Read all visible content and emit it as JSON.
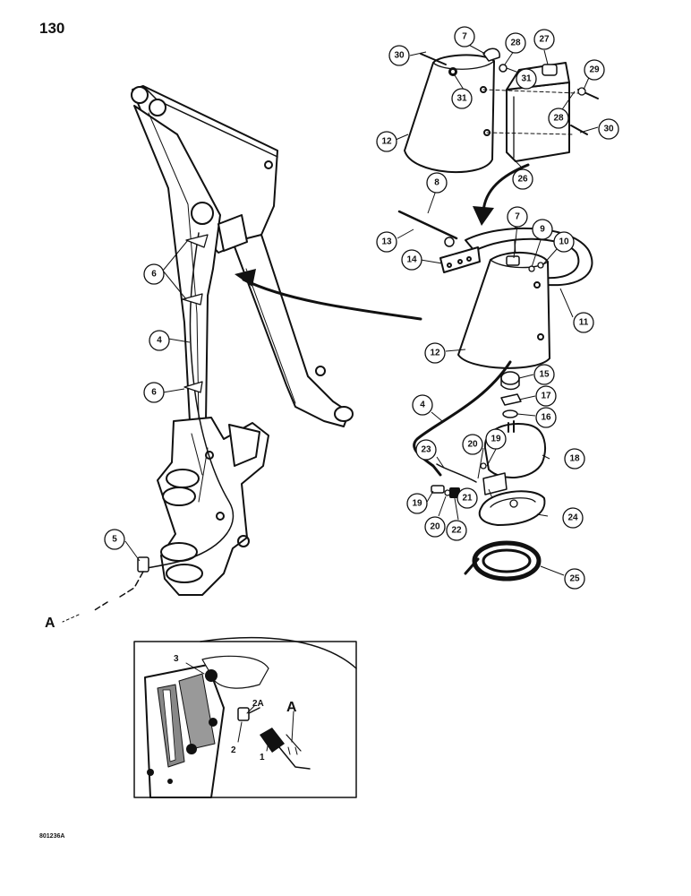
{
  "page": {
    "number": "130",
    "figure_code": "801236A"
  },
  "callouts": {
    "c30a": "30",
    "c7a": "7",
    "c28a": "28",
    "c27": "27",
    "c29": "29",
    "c31a": "31",
    "c31b": "31",
    "c28b": "28",
    "c30b": "30",
    "c12a": "12",
    "c26": "26",
    "c8": "8",
    "c7b": "7",
    "c9": "9",
    "c10": "10",
    "c13": "13",
    "c14": "14",
    "c11": "11",
    "c12b": "12",
    "c6a": "6",
    "c4a": "4",
    "c6b": "6",
    "c15": "15",
    "c17": "17",
    "c16": "16",
    "c4b": "4",
    "c19a": "19",
    "c20a": "20",
    "c23": "23",
    "c18": "18",
    "c21": "21",
    "c19b": "19",
    "c20b": "20",
    "c22": "22",
    "c24": "24",
    "c5": "5",
    "c25": "25"
  },
  "inset": {
    "l3": "3",
    "l2a": "2A",
    "l2": "2",
    "l1": "1",
    "la": "A"
  },
  "connector_label": "A"
}
